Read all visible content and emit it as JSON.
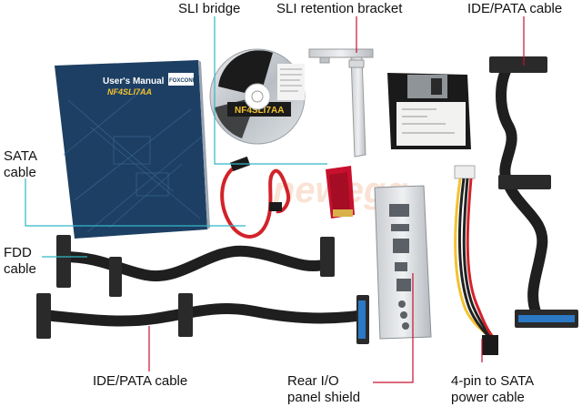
{
  "labels": {
    "sli_bridge": "SLI bridge",
    "sli_retention_bracket": "SLI retention bracket",
    "ide_pata_cable_top": "IDE/PATA cable",
    "sata_cable_line1": "SATA",
    "sata_cable_line2": "cable",
    "fdd_cable_line1": "FDD",
    "fdd_cable_line2": "cable",
    "ide_pata_cable_bottom": "IDE/PATA cable",
    "rear_io_line1": "Rear I/O",
    "rear_io_line2": "panel shield",
    "power_cable_line1": "4-pin to SATA",
    "power_cable_line2": "power cable"
  },
  "manual": {
    "title": "User's Manual",
    "model": "NF4SLI7AA",
    "brand": "FOXCONN"
  },
  "cd": {
    "model": "NF4SLI7AA"
  },
  "watermark": "newegg",
  "colors": {
    "manual_blue": "#1d3f63",
    "leader_red": "#c8102e",
    "leader_cyan": "#30b6c8",
    "ide_blue": "#2b78c4",
    "sata_red": "#d2232a"
  }
}
